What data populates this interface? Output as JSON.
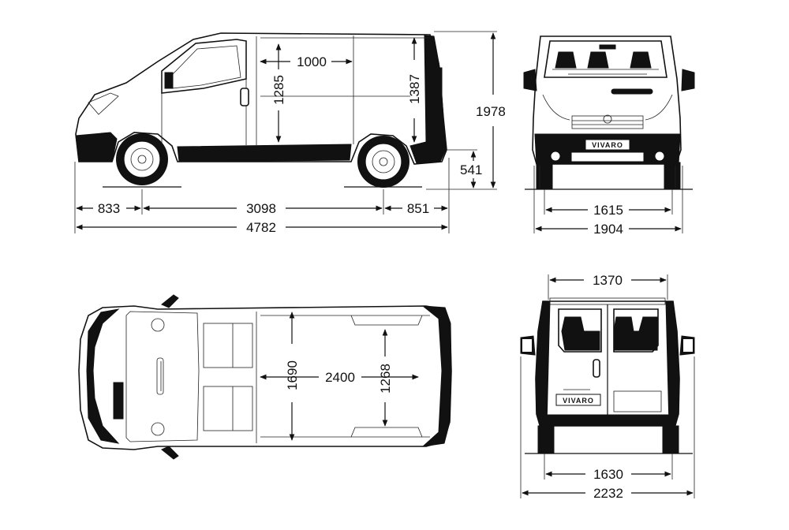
{
  "badges": {
    "front": "VIVARO",
    "rear": "VIVARO"
  },
  "side_view": {
    "cargo_length": "1000",
    "interior_height": "1285",
    "cargo_height": "1387",
    "overall_height": "1978",
    "floor_height": "541",
    "front_overhang": "833",
    "wheelbase": "3098",
    "rear_overhang": "851",
    "overall_length": "4782"
  },
  "front_view": {
    "track": "1615",
    "width": "1904"
  },
  "top_view": {
    "load_width": "1690",
    "load_length": "2400",
    "width_between_arches": "1268"
  },
  "rear_view": {
    "door_width": "1370",
    "track": "1630",
    "width_mirrors": "2232"
  },
  "colors": {
    "line": "#111111",
    "background": "#ffffff"
  }
}
